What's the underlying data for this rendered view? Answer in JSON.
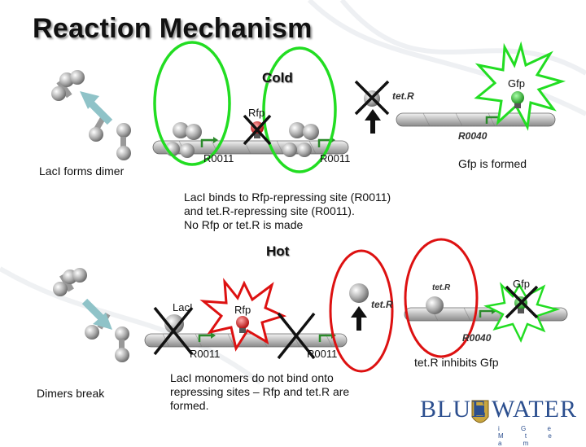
{
  "title": "Reaction Mechanism",
  "cold": {
    "heading": "Cold",
    "gfp_burst_label": "Gfp",
    "tetr_gene": "tet.R",
    "rfp_label": "Rfp",
    "site_left": "R0011",
    "site_right": "R0011",
    "r0040": "R0040",
    "laci_forms_dimer": "LacI forms dimer",
    "gfp_is_formed": "Gfp is formed",
    "description": [
      "LacI binds to Rfp-repressing site (R0011)",
      "and tet.R-repressing site (R0011).",
      "No Rfp or tet.R is made"
    ]
  },
  "hot": {
    "heading": "Hot",
    "gfp_label": "Gfp",
    "laci_label": "LacI",
    "rfp_label": "Rfp",
    "tetr_gene": "tet.R",
    "tetr_small": "tet.R",
    "site_left": "R0011",
    "site_right": "R0011",
    "r0040": "R0040",
    "dimers_break": "Dimers break",
    "tetr_inhibits": "tet.R inhibits Gfp",
    "description": [
      "LacI monomers do not bind onto",
      "repressing sites – Rfp and tet.R are",
      "formed."
    ]
  },
  "logo": {
    "left": "BLUE",
    "right": "WATER",
    "sub": "i G e M   t e a m"
  },
  "colors": {
    "green_ring": "#22dd22",
    "red_ring": "#dd1111",
    "gfp_green": "#22aa22",
    "rfp_red": "#dd1111",
    "logo_blue": "#2c4f8f"
  }
}
